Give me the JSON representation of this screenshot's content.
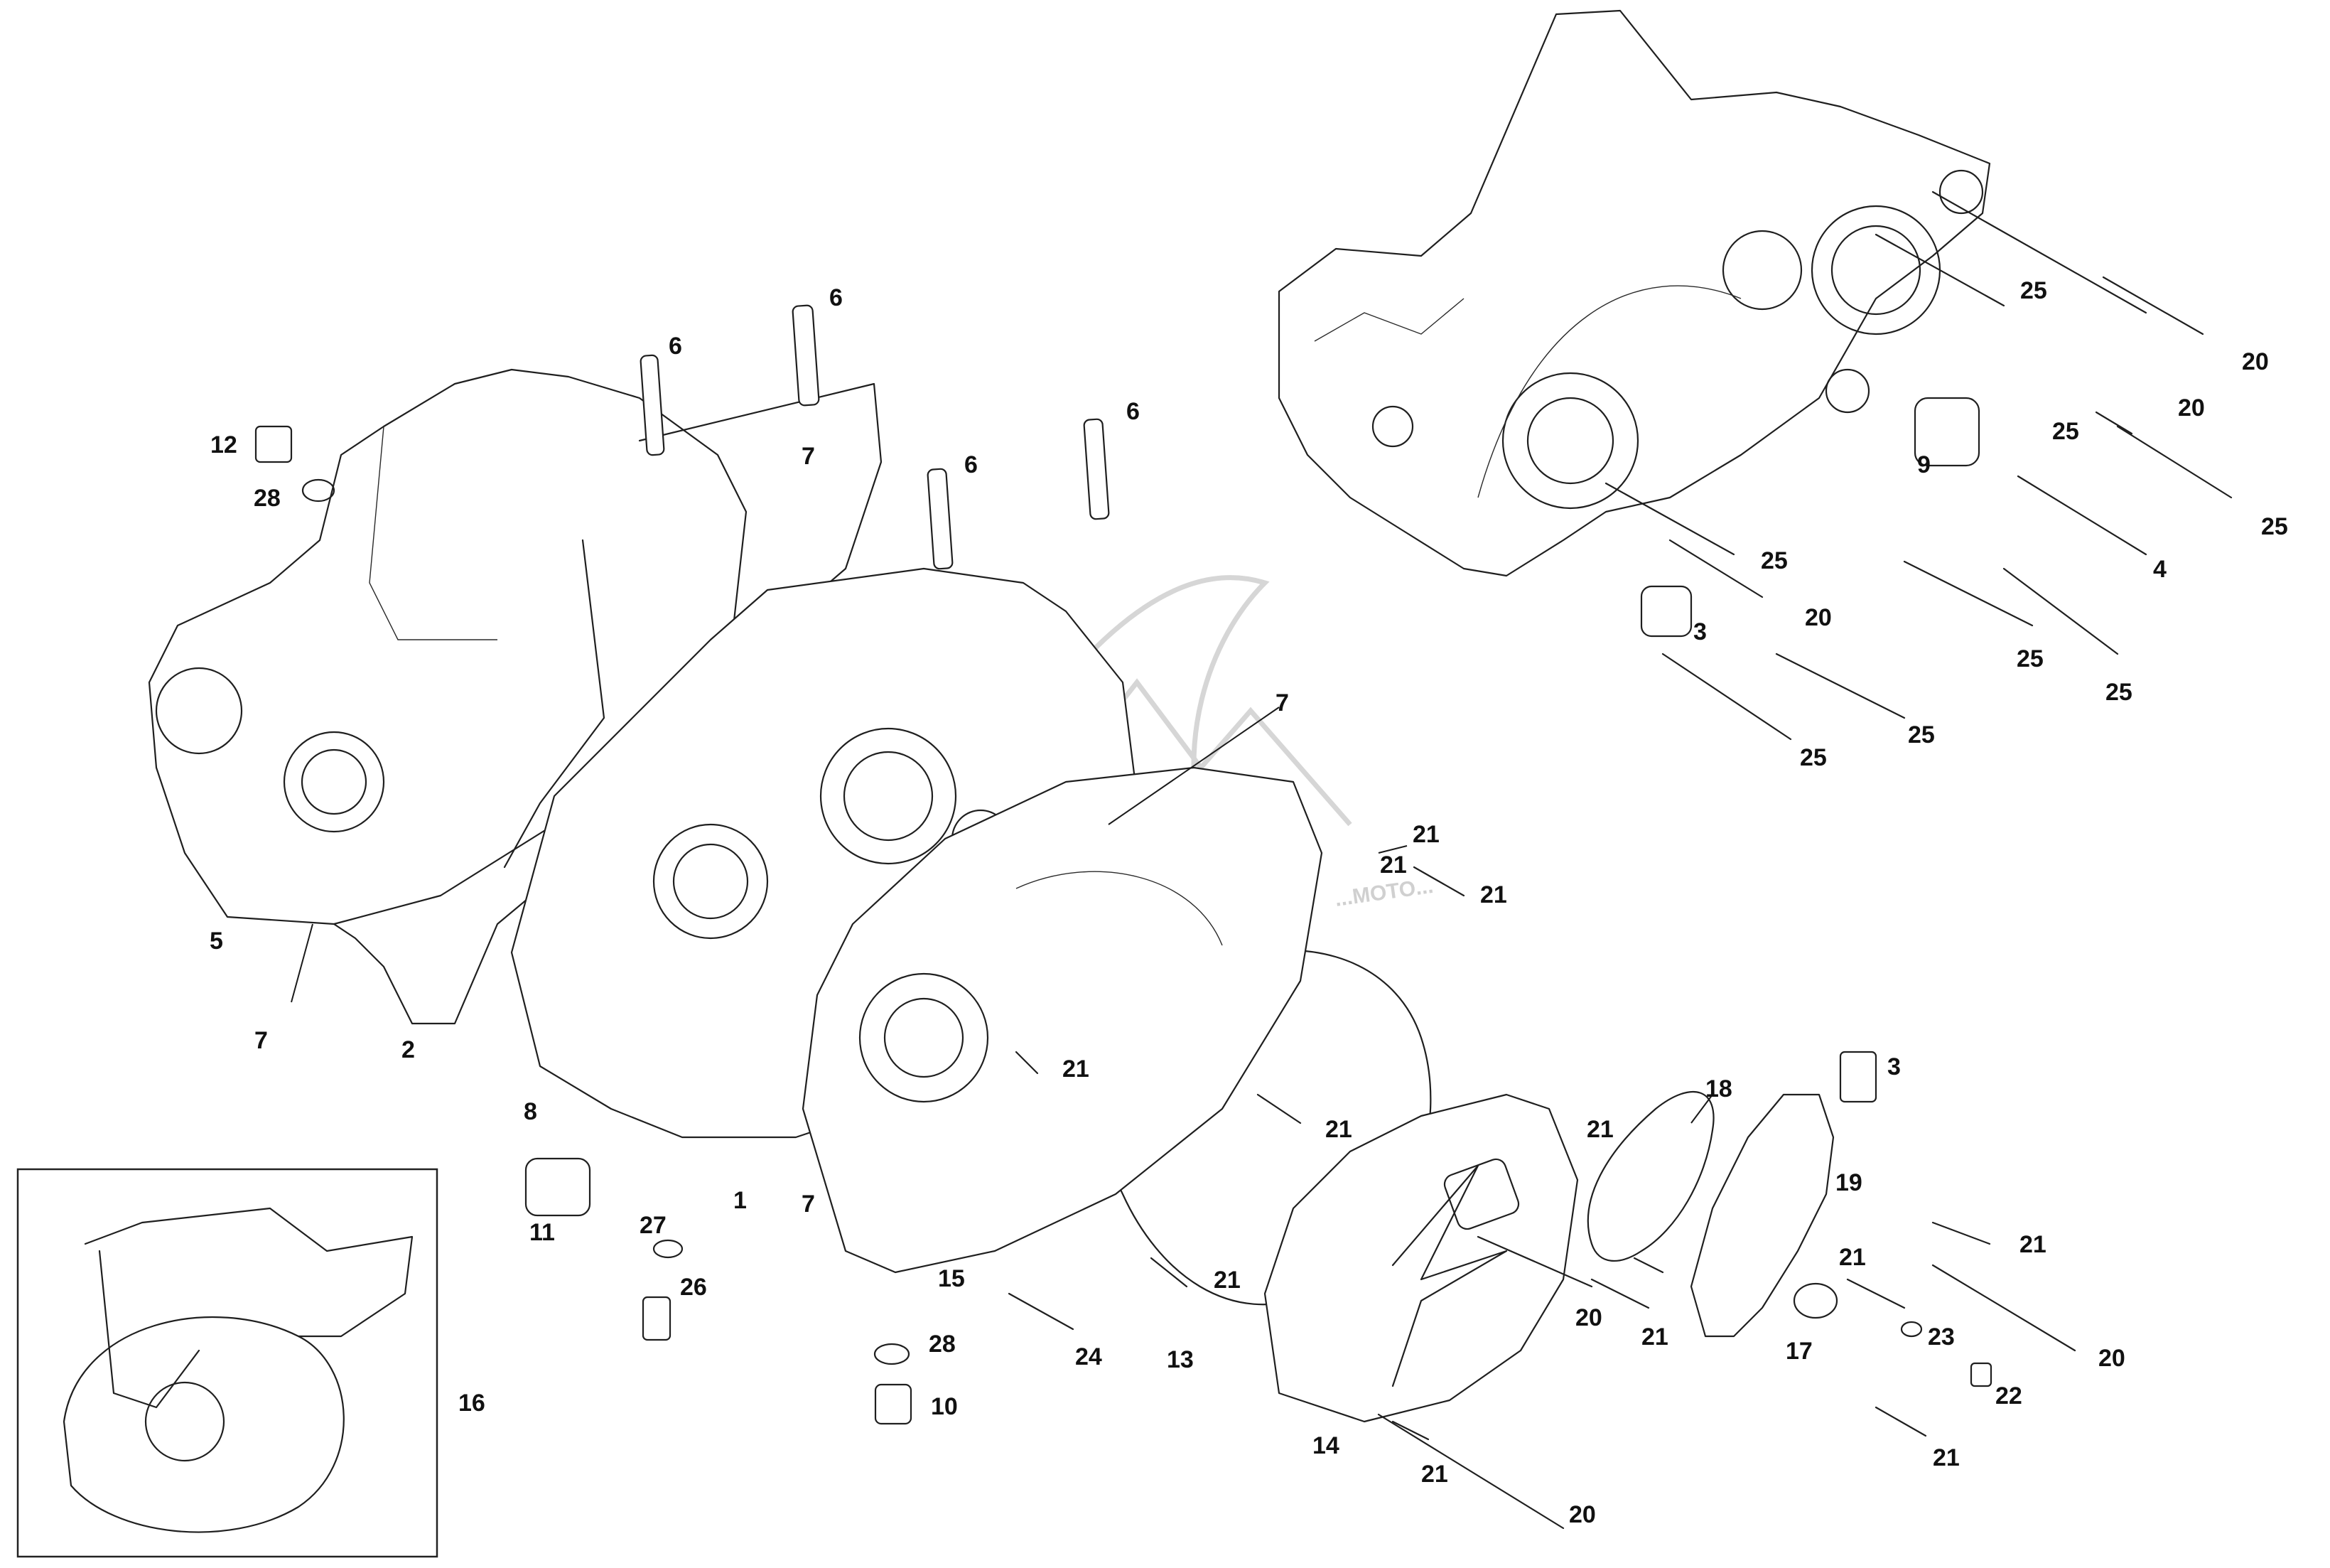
{
  "diagram": {
    "accent_color": "#1f1f1f",
    "watermark_text": "...MOTO...",
    "callouts": [
      {
        "id": "c1",
        "label": "1"
      },
      {
        "id": "c2",
        "label": "2"
      },
      {
        "id": "c3a",
        "label": "3"
      },
      {
        "id": "c3b",
        "label": "3"
      },
      {
        "id": "c4",
        "label": "4"
      },
      {
        "id": "c5",
        "label": "5"
      },
      {
        "id": "c6a",
        "label": "6"
      },
      {
        "id": "c6b",
        "label": "6"
      },
      {
        "id": "c6c",
        "label": "6"
      },
      {
        "id": "c6d",
        "label": "6"
      },
      {
        "id": "c7a",
        "label": "7"
      },
      {
        "id": "c7b",
        "label": "7"
      },
      {
        "id": "c7c",
        "label": "7"
      },
      {
        "id": "c7d",
        "label": "7"
      },
      {
        "id": "c8",
        "label": "8"
      },
      {
        "id": "c9",
        "label": "9"
      },
      {
        "id": "c10",
        "label": "10"
      },
      {
        "id": "c11",
        "label": "11"
      },
      {
        "id": "c12",
        "label": "12"
      },
      {
        "id": "c13",
        "label": "13"
      },
      {
        "id": "c14",
        "label": "14"
      },
      {
        "id": "c15",
        "label": "15"
      },
      {
        "id": "c16",
        "label": "16"
      },
      {
        "id": "c17",
        "label": "17"
      },
      {
        "id": "c18",
        "label": "18"
      },
      {
        "id": "c19",
        "label": "19"
      },
      {
        "id": "c20a",
        "label": "20"
      },
      {
        "id": "c20b",
        "label": "20"
      },
      {
        "id": "c20c",
        "label": "20"
      },
      {
        "id": "c20d",
        "label": "20"
      },
      {
        "id": "c20e",
        "label": "20"
      },
      {
        "id": "c20f",
        "label": "20"
      },
      {
        "id": "c21a",
        "label": "21"
      },
      {
        "id": "c21b",
        "label": "21"
      },
      {
        "id": "c21c",
        "label": "21"
      },
      {
        "id": "c21d",
        "label": "21"
      },
      {
        "id": "c21e",
        "label": "21"
      },
      {
        "id": "c21f",
        "label": "21"
      },
      {
        "id": "c21g",
        "label": "21"
      },
      {
        "id": "c21h",
        "label": "21"
      },
      {
        "id": "c21i",
        "label": "21"
      },
      {
        "id": "c21j",
        "label": "21"
      },
      {
        "id": "c21k",
        "label": "21"
      },
      {
        "id": "c21l",
        "label": "21"
      },
      {
        "id": "c22",
        "label": "22"
      },
      {
        "id": "c23",
        "label": "23"
      },
      {
        "id": "c24",
        "label": "24"
      },
      {
        "id": "c25a",
        "label": "25"
      },
      {
        "id": "c25b",
        "label": "25"
      },
      {
        "id": "c25c",
        "label": "25"
      },
      {
        "id": "c25d",
        "label": "25"
      },
      {
        "id": "c25e",
        "label": "25"
      },
      {
        "id": "c25f",
        "label": "25"
      },
      {
        "id": "c25g",
        "label": "25"
      },
      {
        "id": "c25h",
        "label": "25"
      },
      {
        "id": "c26",
        "label": "26"
      },
      {
        "id": "c27",
        "label": "27"
      },
      {
        "id": "c28a",
        "label": "28"
      },
      {
        "id": "c28b",
        "label": "28"
      }
    ]
  }
}
